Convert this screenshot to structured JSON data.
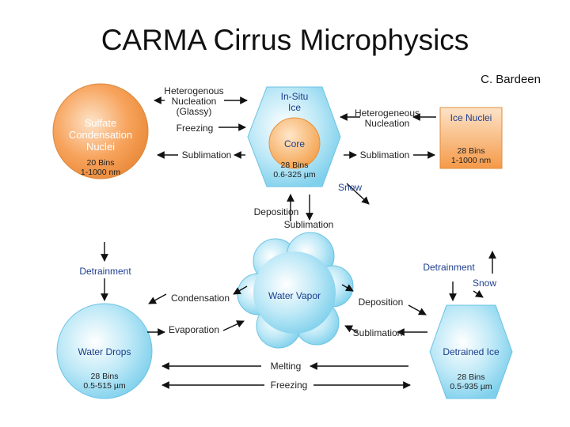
{
  "title": "CARMA Cirrus Microphysics",
  "author": "C. Bardeen",
  "nodes": {
    "sulfate": {
      "name_line1": "Sulfate",
      "name_line2": "Condensation",
      "name_line3": "Nuclei",
      "bins": "20 Bins",
      "range": "1-1000 nm"
    },
    "insitu": {
      "name_line1": "In-Situ",
      "name_line2": "Ice",
      "core": "Core",
      "bins": "28 Bins",
      "range": "0.6-325 µm"
    },
    "ice_nuclei": {
      "name": "Ice Nuclei",
      "bins": "28 Bins",
      "range": "1-1000 nm"
    },
    "water_vapor": {
      "name": "Water Vapor"
    },
    "water_drops": {
      "name": "Water Drops",
      "bins": "28 Bins",
      "range": "0.5-515 µm"
    },
    "detrained_ice": {
      "name": "Detrained Ice",
      "bins": "28 Bins",
      "range": "0.5-935 µm"
    }
  },
  "processes": {
    "het_glassy_1": "Heterogenous",
    "het_glassy_2": "Nucleation",
    "het_glassy_3": "(Glassy)",
    "freezing_top": "Freezing",
    "sublimation_left": "Sublimation",
    "het_right_1": "Heterogeneous",
    "het_right_2": "Nucleation",
    "sublimation_right": "Sublimation",
    "snow_top": "Snow",
    "deposition_mid": "Deposition",
    "sublimation_mid": "Sublimation",
    "detrainment_left": "Detrainment",
    "detrainment_right": "Detrainment",
    "snow_right": "Snow",
    "condensation": "Condensation",
    "evaporation": "Evaporation",
    "deposition_right": "Deposition",
    "sublimation_bottom_right": "Sublimation",
    "melting": "Melting",
    "freezing_bottom": "Freezing"
  }
}
